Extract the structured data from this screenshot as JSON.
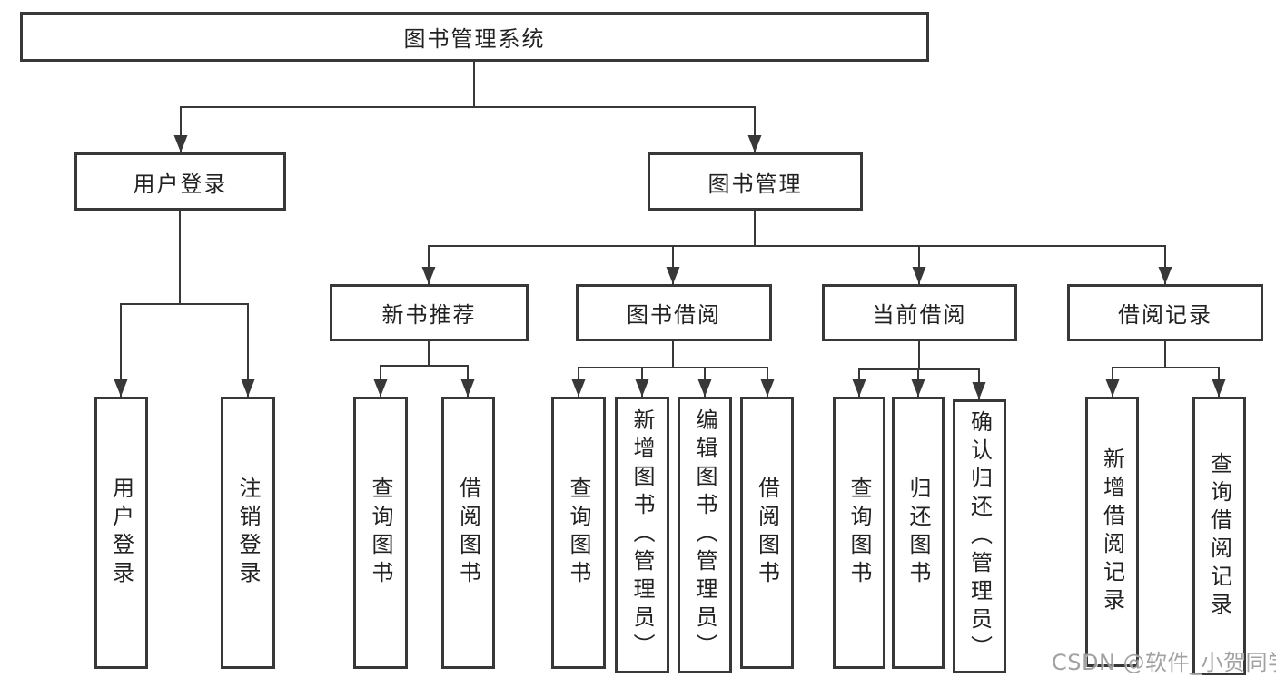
{
  "diagram_title": "图书管理系统",
  "tree": {
    "root": {
      "label": "图书管理系统"
    },
    "branches": [
      {
        "label": "用户登录",
        "children": [
          {
            "label": "用户登录"
          },
          {
            "label": "注销登录"
          }
        ]
      },
      {
        "label": "图书管理",
        "children": [
          {
            "label": "新书推荐",
            "children": [
              {
                "label": "查询图书"
              },
              {
                "label": "借阅图书"
              }
            ]
          },
          {
            "label": "图书借阅",
            "children": [
              {
                "label": "查询图书"
              },
              {
                "label": "新增图书（管理员）"
              },
              {
                "label": "编辑图书（管理员）"
              },
              {
                "label": "借阅图书"
              }
            ]
          },
          {
            "label": "当前借阅",
            "children": [
              {
                "label": "查询图书"
              },
              {
                "label": "归还图书"
              },
              {
                "label": "确认归还（管理员）"
              }
            ]
          },
          {
            "label": "借阅记录",
            "children": [
              {
                "label": "新增借阅记录"
              },
              {
                "label": "查询借阅记录"
              }
            ]
          }
        ]
      }
    ]
  },
  "watermark": "CSDN @软件_小贺同学",
  "colors": {
    "background": "#ffffff",
    "box_border": "#383838",
    "connector_line": "#383838",
    "text": "#222222",
    "watermark": "#9b9b9b"
  }
}
